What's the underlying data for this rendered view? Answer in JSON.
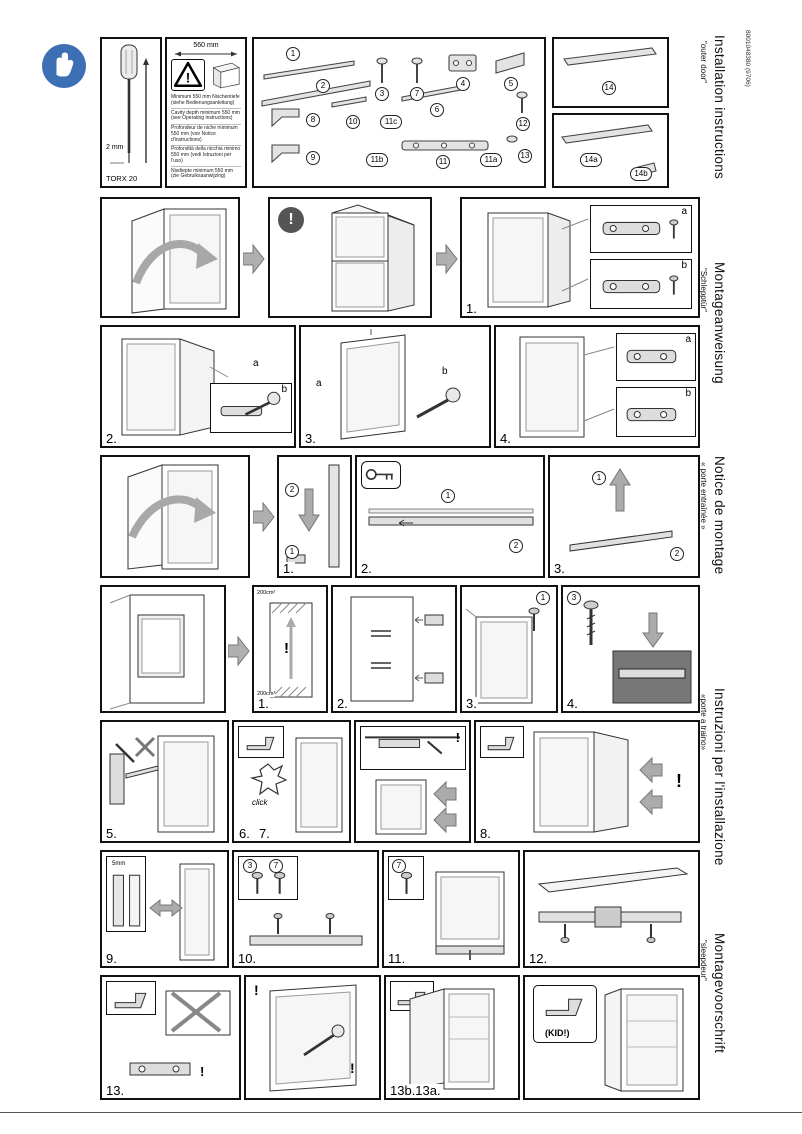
{
  "doc_number": "8001048380 (9706)",
  "sidebar": {
    "languages": [
      {
        "title": "Installation instructions",
        "subtitle": "\"outer door\""
      },
      {
        "title": "Montageanweisung",
        "subtitle": "\"Schlepptür\""
      },
      {
        "title": "Notice de montage",
        "subtitle": "« porte entraînée »"
      },
      {
        "title": "Instruzioni per l'installazione",
        "subtitle": "«porte a traino»"
      },
      {
        "title": "Montagevoorschrift",
        "subtitle": "\"sleepdeur\""
      }
    ]
  },
  "toolbox": {
    "torx_label": "TORX 20",
    "tip_size": "2 mm"
  },
  "niche": {
    "width": "560 mm",
    "warning_mark": "!",
    "notes": [
      "Minimum 550 mm Nischentiefe (siehe Bedienungsanleitung)",
      "Cavity depth minimum 550 mm (see Operating instructions)",
      "Profondeur de niche minimum 550 mm (voir Notice d'instructions)",
      "Profondità della nicchia minimo 550 mm (vedi Istruzioni per l'uso)",
      "Nisdiepte minimum 550 mm (zie Gebruiksaanwijzing)"
    ]
  },
  "parts": {
    "main": [
      "1",
      "2",
      "3",
      "7",
      "4",
      "5",
      "8",
      "10",
      "11c",
      "6",
      "12",
      "9",
      "11b",
      "11",
      "11a",
      "13"
    ],
    "door": [
      "14",
      "14a",
      "14b"
    ]
  },
  "steps": {
    "row2": [
      "1."
    ],
    "row3": [
      "2.",
      "3.",
      "4."
    ],
    "row4": [
      "1.",
      "2.",
      "3."
    ],
    "row5": [
      "1.",
      "2.",
      "3.",
      "4."
    ],
    "row6": [
      "5.",
      "6.",
      "7.",
      "8."
    ],
    "row7": [
      "9.",
      "10.",
      "11.",
      "12."
    ],
    "row8": [
      "13.",
      "13b.13a."
    ]
  },
  "callouts": {
    "a": "a",
    "b": "b",
    "exclamation": "!",
    "click": "click",
    "vent_area": "200cm²",
    "door_gap": "5mm",
    "kid": "(KID!)"
  },
  "refs": {
    "row4_p1": [
      "2",
      "1"
    ],
    "row4_p2": [
      "1",
      "2"
    ],
    "row4_p3": [
      "1",
      "2"
    ],
    "row5_p3": "1",
    "row5_p4": "3",
    "row7_p10": [
      "3",
      "7"
    ],
    "row7_p11": "7"
  }
}
